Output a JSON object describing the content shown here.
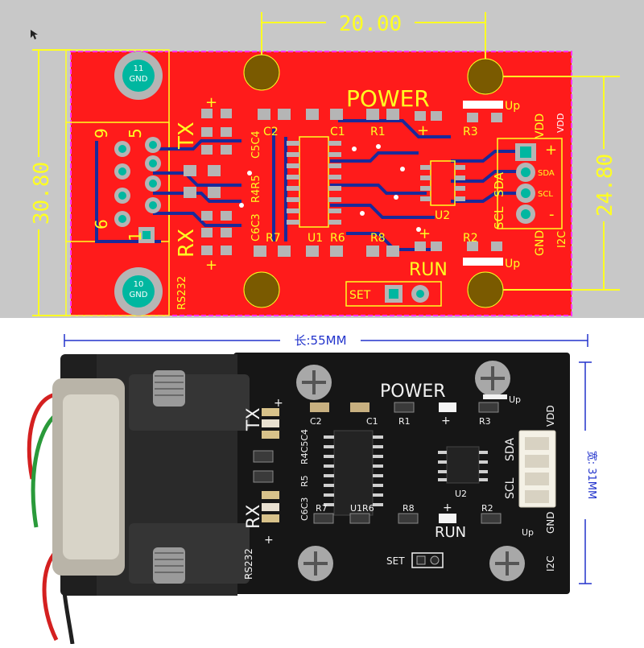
{
  "pcb_view": {
    "dimensions": {
      "top": "20.00",
      "left": "30.80",
      "right": "24.80"
    },
    "connector_pins": [
      "9",
      "5",
      "6",
      "1"
    ],
    "mount_labels": {
      "top_left": [
        "11",
        "GND"
      ],
      "bottom_left": [
        "10",
        "GND"
      ]
    },
    "labels": {
      "power": "POWER",
      "tx": "TX",
      "rx": "RX",
      "run": "RUN",
      "set": "SET",
      "rs232": "RS232",
      "i2c": "I2C",
      "vdd": "VDD",
      "gnd": "GND",
      "sda": "SDA",
      "scl": "SCL",
      "up_top": "Up",
      "up_bottom": "Up",
      "plus": "+",
      "minus": "-",
      "pins_sda": "SDA",
      "pins_scl": "SCL"
    },
    "components": [
      "C2",
      "C1",
      "R1",
      "R3",
      "C5C4",
      "R4R5",
      "C6C3",
      "R7",
      "U1",
      "R6",
      "R8",
      "R2",
      "U2"
    ],
    "colors": {
      "board": "#ff1b1b",
      "silk": "#ffff22",
      "pad": "#b5b5b5",
      "copper": "#1a2a9a",
      "hole": "#7a5a00",
      "outline": "#ff33ff"
    }
  },
  "photo_view": {
    "length_label": "长:55MM",
    "width_label": "宽: 31MM",
    "labels": {
      "power": "POWER",
      "tx": "TX",
      "rx": "RX",
      "run": "RUN",
      "set": "SET",
      "rs232": "RS232",
      "i2c": "I2C",
      "vdd": "VDD",
      "gnd": "GND",
      "sda": "SDA",
      "scl": "SCL",
      "up_top": "Up",
      "up_bottom": "Up",
      "c2": "C2",
      "c1": "C1",
      "r1": "R1",
      "r3": "R3",
      "c5c4": "R4C5C4",
      "r5": "R5",
      "c6c3": "C6C3",
      "r7": "R7",
      "u1r6": "U1R6",
      "r8": "R8",
      "r2": "R2",
      "u2": "U2",
      "plus": "+"
    },
    "colors": {
      "board": "#161616",
      "silk": "#f2f2f2",
      "connector": "#2a2a2a",
      "header": "#f4f1e6",
      "dimension": "#2233cc"
    }
  }
}
